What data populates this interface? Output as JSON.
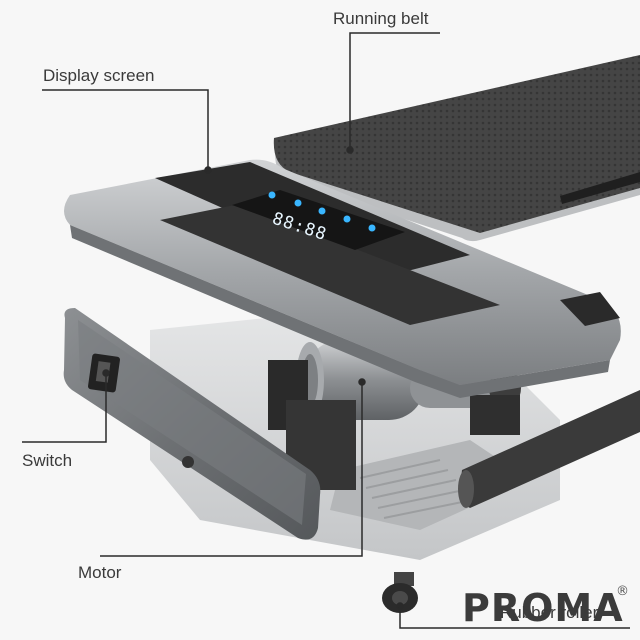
{
  "labels": {
    "running_belt": "Running belt",
    "display_screen": "Display screen",
    "switch": "Switch",
    "motor": "Motor",
    "rubber_roller": "Rubber roller"
  },
  "display_readout": "88:88",
  "brand": {
    "name": "PROMA",
    "mark": "®"
  },
  "colors": {
    "belt": "#3f3f3f",
    "frame": "#a9acaf",
    "frame_dark": "#6f7275",
    "panel": "#2b2b2b",
    "led": "#39b6ff",
    "leader_line": "#2a2a2a"
  }
}
